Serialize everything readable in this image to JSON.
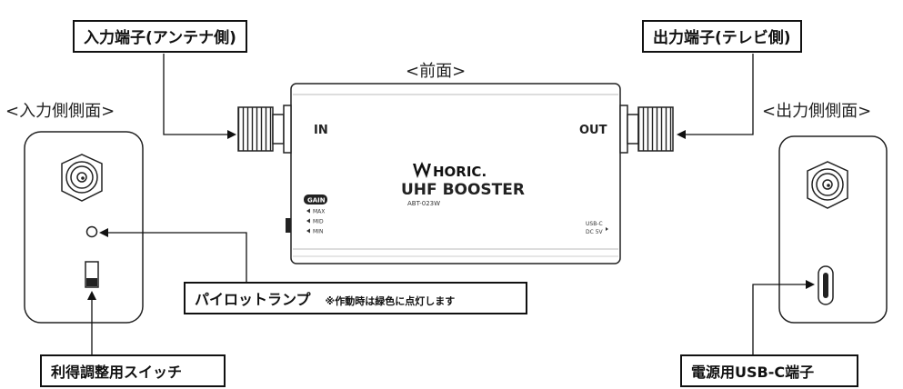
{
  "callouts": {
    "input_terminal": "入力端子(アンテナ側)",
    "output_terminal": "出力端子(テレビ側)",
    "pilot_lamp": "パイロットランプ",
    "pilot_lamp_note": "※作動時は緑色に点灯します",
    "gain_switch": "利得調整用スイッチ",
    "power_port": "電源用USB-C端子"
  },
  "views": {
    "front": "<前面>",
    "input_side": "<入力側側面>",
    "output_side": "<出力側側面>"
  },
  "device": {
    "in_label": "IN",
    "out_label": "OUT",
    "brand": "HORIC.",
    "product": "UHF BOOSTER",
    "model": "ABT-023W",
    "gain_title": "GAIN",
    "gain_levels": [
      "MAX",
      "MID",
      "MIN"
    ],
    "power_label_1": "USB-C",
    "power_label_2": "DC 5V"
  }
}
